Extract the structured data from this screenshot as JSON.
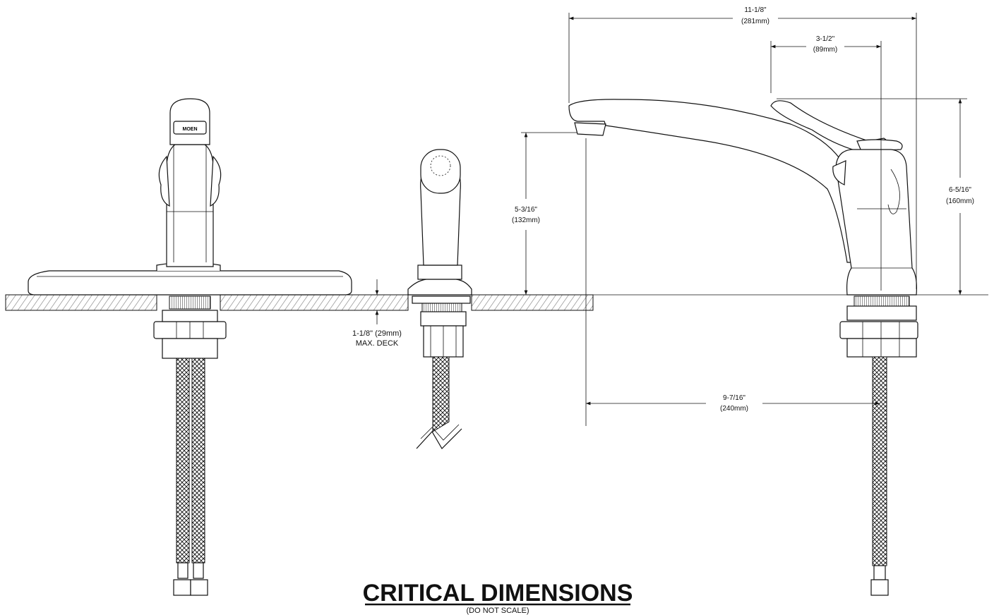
{
  "title": "CRITICAL DIMENSIONS",
  "subtitle": "(DO NOT SCALE)",
  "brand_mark": "MOEN",
  "dimensions": {
    "overall_reach": {
      "imperial": "11-1/8\"",
      "metric": "(281mm)"
    },
    "handle_offset": {
      "imperial": "3-1/2\"",
      "metric": "(89mm)"
    },
    "overall_height": {
      "imperial": "6-5/16\"",
      "metric": "(160mm)"
    },
    "spout_clearance": {
      "imperial": "5-3/16\"",
      "metric": "(132mm)"
    },
    "spout_reach": {
      "imperial": "9-7/16\"",
      "metric": "(240mm)"
    },
    "max_deck": {
      "line1": "1-1/8\" (29mm)",
      "line2": "MAX. DECK"
    }
  }
}
